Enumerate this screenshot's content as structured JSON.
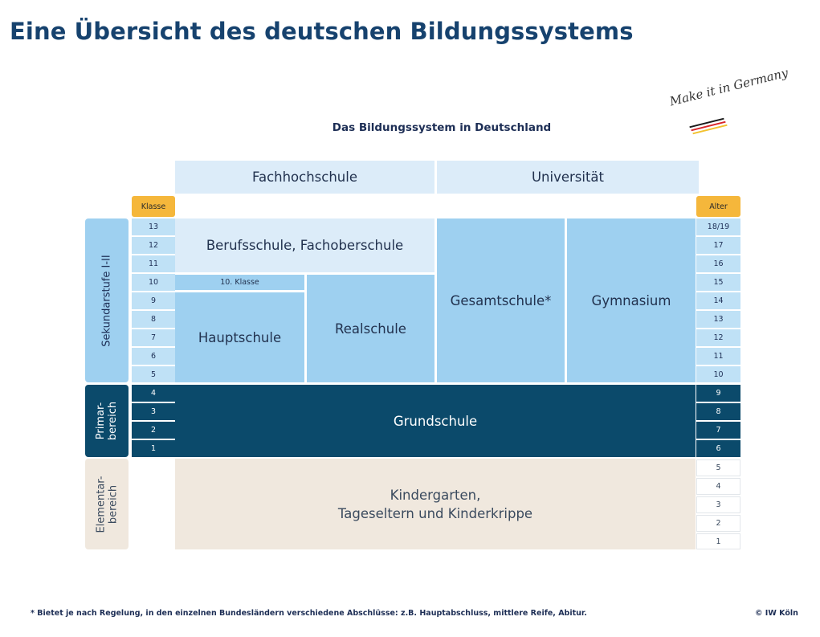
{
  "page": {
    "title": "Eine Übersicht des deutschen Bildungssystems",
    "chart_title": "Das Bildungssystem in Deutschland",
    "logo_text": "Make it in Germany"
  },
  "tags": {
    "klasse": "Klasse",
    "alter": "Alter"
  },
  "higher_education": {
    "fachhochschule": "Fachhochschule",
    "universitaet": "Universität"
  },
  "schools": {
    "berufsschule": "Berufsschule, Fachoberschule",
    "klasse10": "10. Klasse",
    "hauptschule": "Hauptschule",
    "realschule": "Realschule",
    "gesamtschule": "Gesamtschule*",
    "gymnasium": "Gymnasium",
    "grundschule": "Grundschule",
    "kindergarten_line1": "Kindergarten,",
    "kindergarten_line2": "Tageseltern und Kinderkrippe"
  },
  "sides": {
    "sekundar": "Sekundarstufe I-II",
    "primar_line1": "Primar-",
    "primar_line2": "bereich",
    "elementar_line1": "Elementar-",
    "elementar_line2": "bereich"
  },
  "grades": [
    "13",
    "12",
    "11",
    "10",
    "9",
    "8",
    "7",
    "6",
    "5",
    "4",
    "3",
    "2",
    "1"
  ],
  "ages": [
    "18/19",
    "17",
    "16",
    "15",
    "14",
    "13",
    "12",
    "11",
    "10",
    "9",
    "8",
    "7",
    "6",
    "5",
    "4",
    "3",
    "2",
    "1"
  ],
  "footer": {
    "note": "* Bietet je nach Regelung, in den einzelnen Bundesländern verschiedene Abschlüsse: z.B. Hauptabschluss, mittlere Reife, Abitur.",
    "copyright": "© IW Köln"
  },
  "colors": {
    "title": "#16426e",
    "light_blue": "#dcecf9",
    "mid_blue": "#9ed0f0",
    "dark_blue": "#0b4a6b",
    "beige": "#f0e8de",
    "orange": "#f5b73b"
  }
}
